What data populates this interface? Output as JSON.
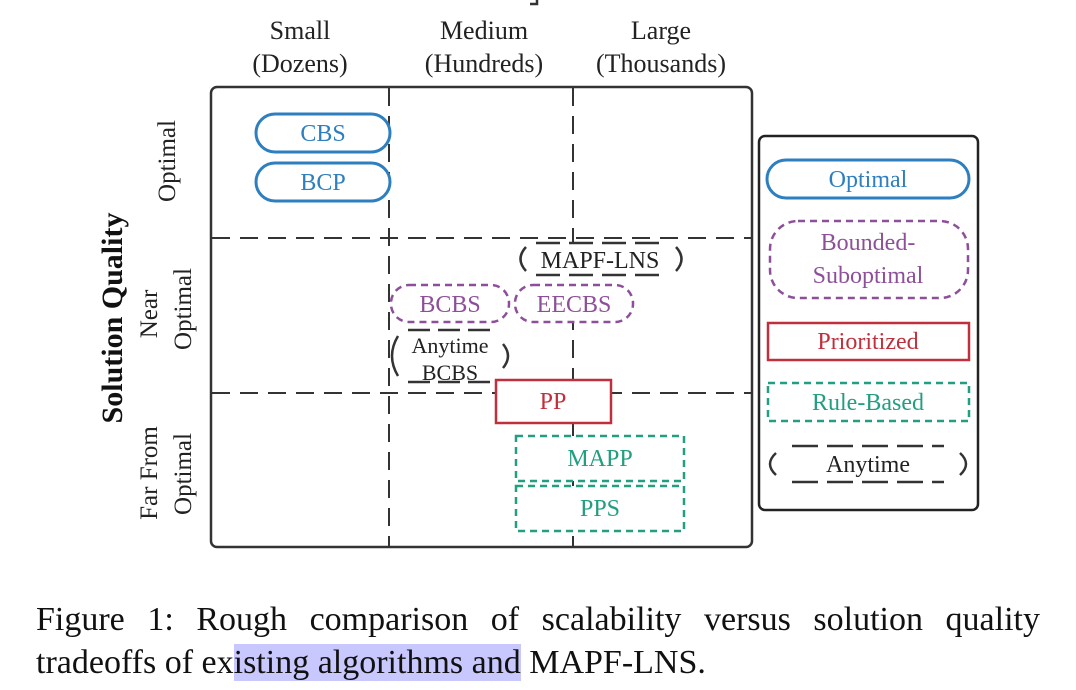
{
  "columns": [
    {
      "line1": "Small",
      "line2": "(Dozens)"
    },
    {
      "line1": "Medium",
      "line2": "(Hundreds)"
    },
    {
      "line1": "Large",
      "line2": "(Thousands)"
    }
  ],
  "y_axis_title": "Solution Quality",
  "rows": [
    {
      "lines": [
        "Optimal"
      ]
    },
    {
      "lines": [
        "Near",
        "Optimal"
      ]
    },
    {
      "lines": [
        "Far From",
        "Optimal"
      ]
    }
  ],
  "algorithms": [
    {
      "label": "CBS",
      "category": "optimal"
    },
    {
      "label": "BCP",
      "category": "optimal"
    },
    {
      "label": "MAPF-LNS",
      "category": "anytime"
    },
    {
      "label": "BCBS",
      "category": "bounded"
    },
    {
      "label": "EECBS",
      "category": "bounded"
    },
    {
      "label": "Anytime BCBS",
      "category": "anytime"
    },
    {
      "label": "PP",
      "category": "prioritized"
    },
    {
      "label": "MAPP",
      "category": "rule"
    },
    {
      "label": "PPS",
      "category": "rule"
    }
  ],
  "legend": [
    {
      "label": "Optimal",
      "category": "optimal"
    },
    {
      "label": "Bounded-Suboptimal",
      "category": "bounded"
    },
    {
      "label": "Prioritized",
      "category": "prioritized"
    },
    {
      "label": "Rule-Based",
      "category": "rule"
    },
    {
      "label": "Anytime",
      "category": "anytime"
    }
  ],
  "colors": {
    "optimal": "#2e7fbf",
    "bounded": "#8e4f9a",
    "prioritized": "#c0303c",
    "rule": "#229e80",
    "anytime": "#333333"
  },
  "caption": {
    "line1": "Figure 1: Rough comparison of scalability versus solution quality",
    "line2_pre": "tradeoffs of ex",
    "line2_highlight": "isting algorithms and",
    "line2_post": " MAPF-LNS."
  }
}
